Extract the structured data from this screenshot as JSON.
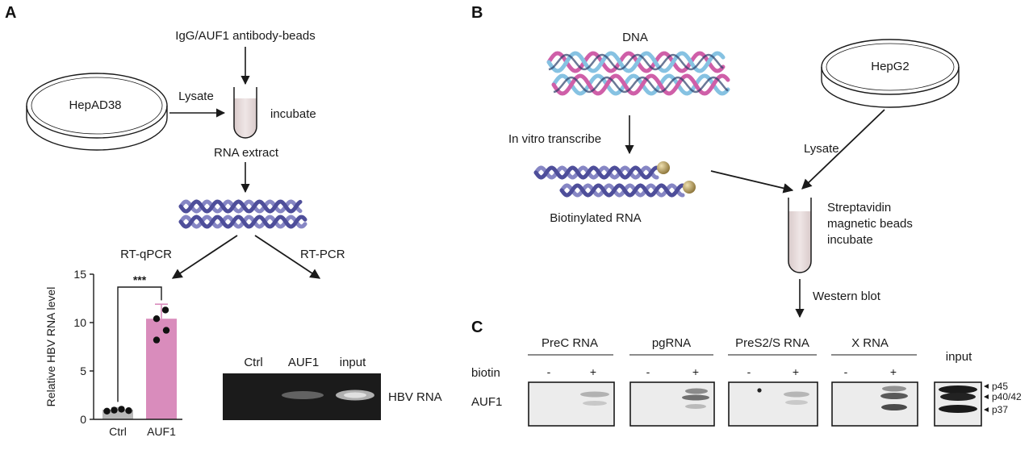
{
  "panel_a": {
    "letter": "A",
    "beads_label": "IgG/AUF1 antibody-beads",
    "dish_label": "HepAD38",
    "lysate_label": "Lysate",
    "incubate_label": "incubate",
    "rna_extract_label": "RNA extract",
    "rt_qpcr_label": "RT-qPCR",
    "rt_pcr_label": "RT-PCR",
    "gel": {
      "lanes": [
        "Ctrl",
        "AUF1",
        "input"
      ],
      "band_label": "HBV RNA"
    }
  },
  "chart_data": {
    "type": "bar",
    "categories": [
      "Ctrl",
      "AUF1"
    ],
    "values": [
      1.0,
      10.4
    ],
    "errors": [
      0.2,
      1.5
    ],
    "points": [
      [
        0.85,
        0.95,
        1.05,
        0.9
      ],
      [
        8.2,
        9.2,
        10.4,
        11.3
      ]
    ],
    "ylabel": "Relative HBV RNA level",
    "ylim": [
      0,
      15
    ],
    "yticks": [
      0,
      5,
      10,
      15
    ],
    "significance": "***",
    "bar_colors": [
      "#b9b9b9",
      "#d98cbc"
    ],
    "grid": false
  },
  "panel_b": {
    "letter": "B",
    "dna_label": "DNA",
    "transcribe_label": "In vitro transcribe",
    "biotin_rna_label": "Biotinylated RNA",
    "dish_label": "HepG2",
    "lysate_label": "Lysate",
    "beads_line1": "Streptavidin",
    "beads_line2": "magnetic beads",
    "beads_line3": "incubate",
    "western_label": "Western blot"
  },
  "panel_c": {
    "letter": "C",
    "groups": [
      "PreC RNA",
      "pgRNA",
      "PreS2/S RNA",
      "X RNA"
    ],
    "input_label": "input",
    "biotin_label": "biotin",
    "minus": "-",
    "plus": "+",
    "protein_label": "AUF1",
    "isoforms": [
      "p45",
      "p40/42",
      "p37"
    ]
  },
  "colors": {
    "dna_blue": "#86c2e2",
    "dna_purple": "#4e4e9a",
    "dna_pink": "#cf5fa8",
    "bead": "#b49a5a",
    "tube_fill": "#e2d5d5"
  }
}
